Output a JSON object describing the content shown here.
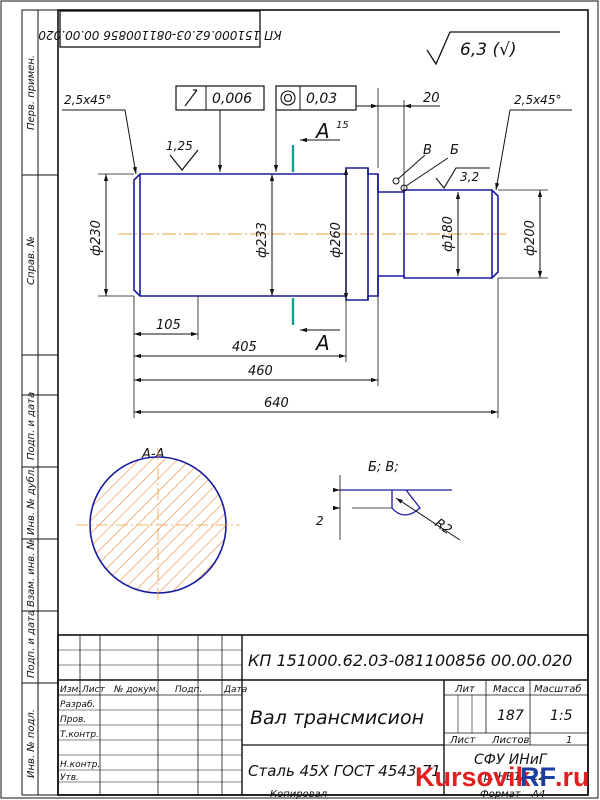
{
  "drawing": {
    "title_stamp_rotated": "КП 151000.62.03-081100856 00.00.020",
    "doc_code": "КП 151000.62.03-081100856 00.00.020",
    "part_name": "Вал трансмисион",
    "material": "Сталь 45Х ГОСТ 4543-71",
    "roughness_general": "6,3 (√)",
    "section_label": "А-А",
    "detail_label": "Б; В;",
    "copied_label": "Копировал",
    "format_label": "Формат",
    "format_value": "А4",
    "org": "СФУ ИНиГ",
    "org2": "гр. НБ11-12"
  },
  "side_cells": [
    "Перв. примен.",
    "Справ. №",
    "Подп. и дата",
    "Инв. № дубл.",
    "Взам. инв. №",
    "Подп. и дата",
    "Инв. № подл."
  ],
  "tolerance": {
    "runout_value": "0,006",
    "concentricity_value": "0,03"
  },
  "dims": {
    "chamfer_left": "2,5x45°",
    "chamfer_right": "2,5x45°",
    "right_len": "20",
    "section_A": "А",
    "section_A_offset": "15",
    "roughness_left": "1,25",
    "roughness_right": "3,2",
    "mark_B": "В",
    "mark_V": "Б",
    "d230": "ф230",
    "d233": "ф233",
    "d260": "ф260",
    "d180": "ф180",
    "d200": "ф200",
    "l105": "105",
    "l405": "405",
    "l460": "460",
    "l640": "640",
    "detail_2": "2",
    "detail_R2": "R2"
  },
  "title_block": {
    "lit_header": "Лит",
    "mass_header": "Масса",
    "scale_header": "Масштаб",
    "mass_value": "187",
    "scale_value": "1:5",
    "sheet_label": "Лист",
    "sheets_label": "Листов",
    "sheets_value": "1",
    "col_izm": "Изм.",
    "col_list": "Лист",
    "col_doc": "№ докум.",
    "col_sign": "Подп.",
    "col_date": "Дата",
    "row_razrab": "Разраб.",
    "row_prov": "Пров.",
    "row_tkontr": "Т.контр.",
    "row_nkontr": "Н.контр.",
    "row_utv": "Утв."
  },
  "watermark": {
    "part1": "Kursovik",
    "part2": "RF",
    "part3": ".ru"
  },
  "colors": {
    "outline": "#1a1aa0",
    "line": "#111111",
    "axis": "#e8a040",
    "hatch": "#e89050",
    "section_mark": "#10a090",
    "wm_red": "#e02020",
    "wm_blue": "#1a3fa0"
  }
}
